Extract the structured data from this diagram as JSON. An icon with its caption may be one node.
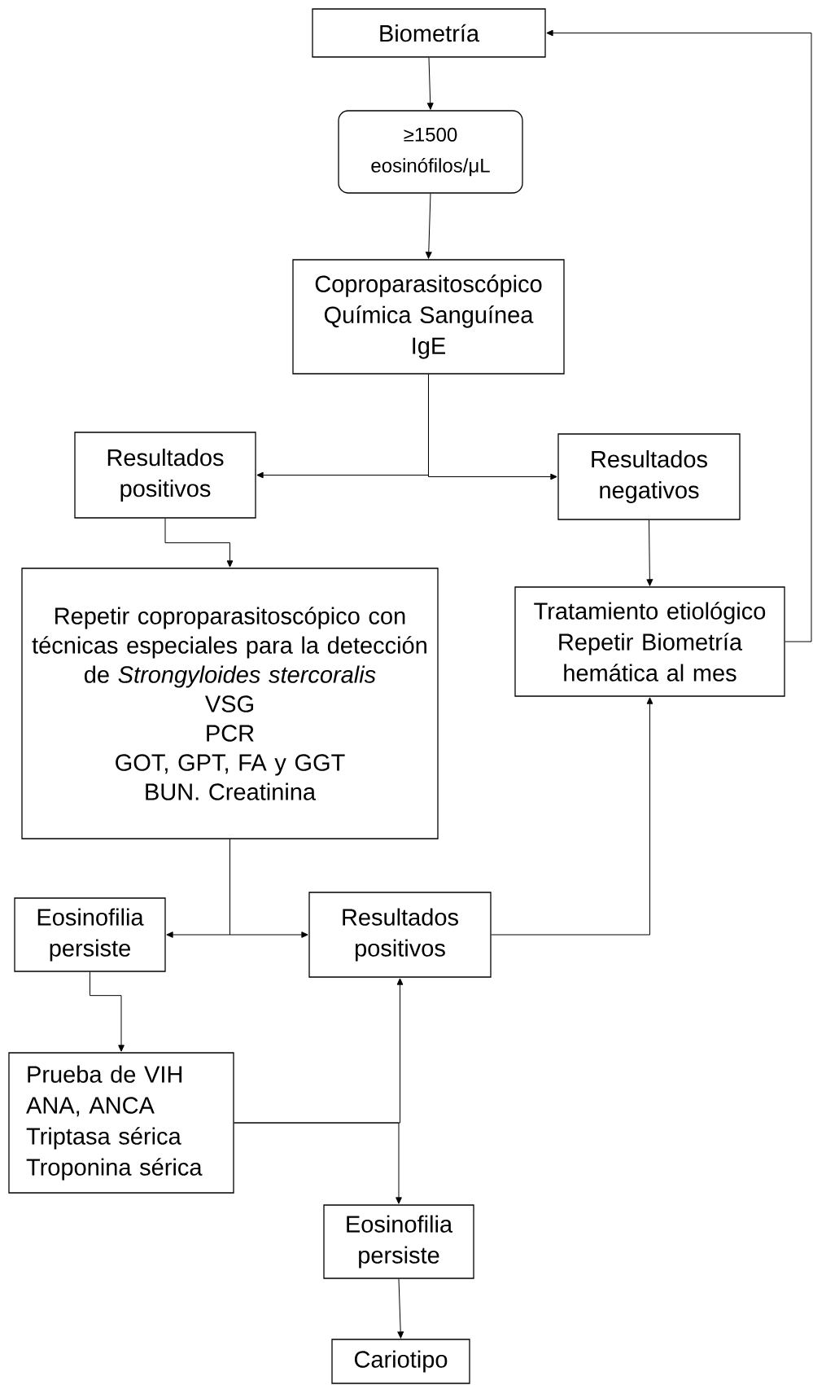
{
  "diagram": {
    "nodes": [
      {
        "text": [
          "Biometría"
        ]
      },
      {
        "text": [
          "≥1500 eosinófilos/μL"
        ]
      },
      {
        "text": [
          "Coproparasitoscópico",
          "Química Sanguínea",
          "IgE"
        ]
      },
      {
        "text": [
          "Resultados positivos"
        ]
      },
      {
        "text": [
          "Resultados negativos"
        ]
      },
      {
        "text": [
          "Repetir coproparasitoscópico con técnicas especiales para la detección de *Strongyloides stercoralis*",
          "VSG",
          "PCR",
          "GOT, GPT, FA y GGT",
          "BUN. Creatinina"
        ]
      },
      {
        "text": [
          "Tratamiento etiológico",
          "Repetir Biometría hemática al mes"
        ]
      },
      {
        "text": [
          "Eosinofilia persiste"
        ]
      },
      {
        "text": [
          "Resultados positivos"
        ]
      },
      {
        "text": [
          "Prueba de VIH",
          "ANA, ANCA",
          "Triptasa sérica",
          "Troponina sérica"
        ]
      },
      {
        "text": [
          "Eosinofilia persiste"
        ]
      },
      {
        "text": [
          "Cariotipo"
        ]
      }
    ],
    "edges": [
      {
        "from": 0,
        "to": 1,
        "arrow": "to"
      },
      {
        "from": 1,
        "to": 2,
        "arrow": "to"
      },
      {
        "from": 2,
        "to": 3,
        "arrow": "to"
      },
      {
        "from": 2,
        "to": 4,
        "arrow": "to"
      },
      {
        "from": 3,
        "to": 5,
        "arrow": "to"
      },
      {
        "from": 4,
        "to": 6,
        "arrow": "to"
      },
      {
        "from": 6,
        "to": 0,
        "arrow": "to"
      },
      {
        "from": 5,
        "to": 7,
        "arrow": "to"
      },
      {
        "from": 5,
        "to": 8,
        "arrow": "to"
      },
      {
        "from": 8,
        "to": 6,
        "arrow": "to"
      },
      {
        "from": 7,
        "to": 9,
        "arrow": "to"
      },
      {
        "from": 9,
        "to": 8,
        "arrow": "to"
      },
      {
        "from": 9,
        "to": 10,
        "arrow": "to"
      },
      {
        "from": 10,
        "to": 11,
        "arrow": "to"
      }
    ]
  }
}
